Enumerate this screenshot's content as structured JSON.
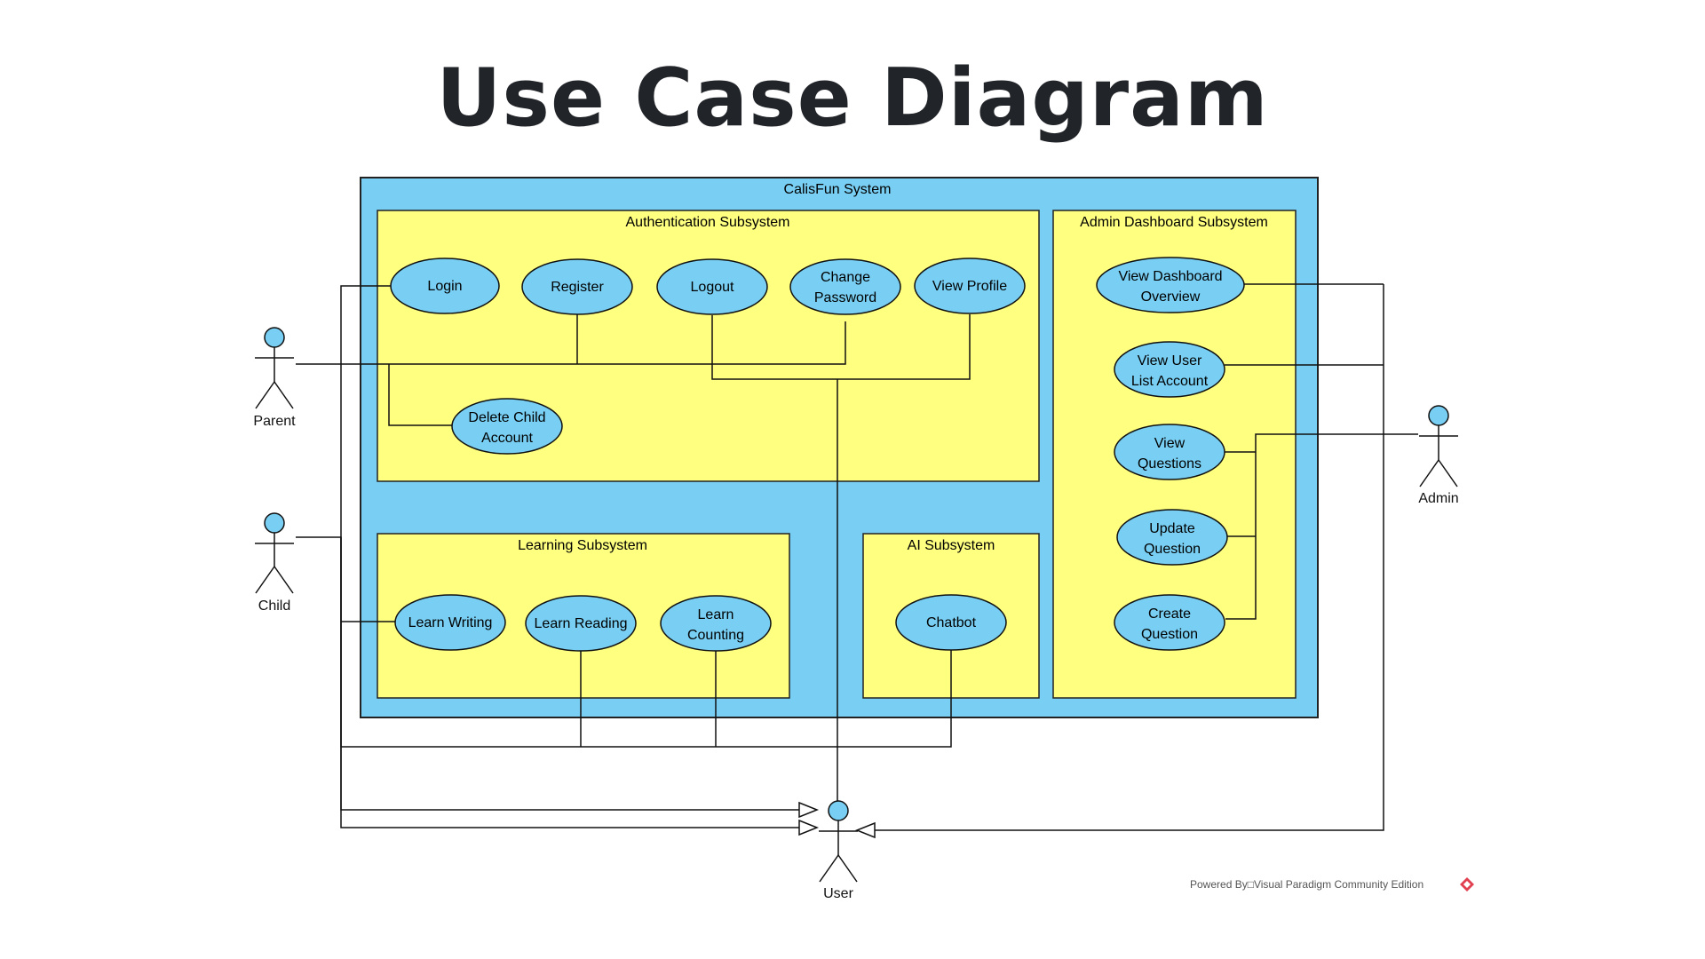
{
  "title": "Use Case Diagram",
  "colors": {
    "system_fill": "#78CFF3",
    "subsystem_fill": "#FFFF80",
    "usecase_fill": "#78CFF3",
    "actor_head": "#78CFF3",
    "line": "#000000",
    "title_text": "#212428"
  },
  "system": {
    "name": "CalisFun System"
  },
  "subsystems": {
    "auth": "Authentication Subsystem",
    "admin": "Admin Dashboard Subsystem",
    "learning": "Learning Subsystem",
    "ai": "AI Subsystem"
  },
  "usecases": {
    "login": [
      "Login"
    ],
    "register": [
      "Register"
    ],
    "logout": [
      "Logout"
    ],
    "change_password": [
      "Change",
      "Password"
    ],
    "view_profile": [
      "View Profile"
    ],
    "delete_child": [
      "Delete Child",
      "Account"
    ],
    "learn_writing": [
      "Learn Writing"
    ],
    "learn_reading": [
      "Learn Reading"
    ],
    "learn_counting": [
      "Learn",
      "Counting"
    ],
    "chatbot": [
      "Chatbot"
    ],
    "view_dashboard": [
      "View Dashboard",
      "Overview"
    ],
    "view_user_list": [
      "View User",
      "List Account"
    ],
    "view_questions": [
      "View",
      "Questions"
    ],
    "update_question": [
      "Update",
      "Question"
    ],
    "create_question": [
      "Create",
      "Question"
    ]
  },
  "actors": {
    "parent": "Parent",
    "child": "Child",
    "admin": "Admin",
    "user": "User"
  },
  "footer": "Powered By□Visual Paradigm Community Edition"
}
